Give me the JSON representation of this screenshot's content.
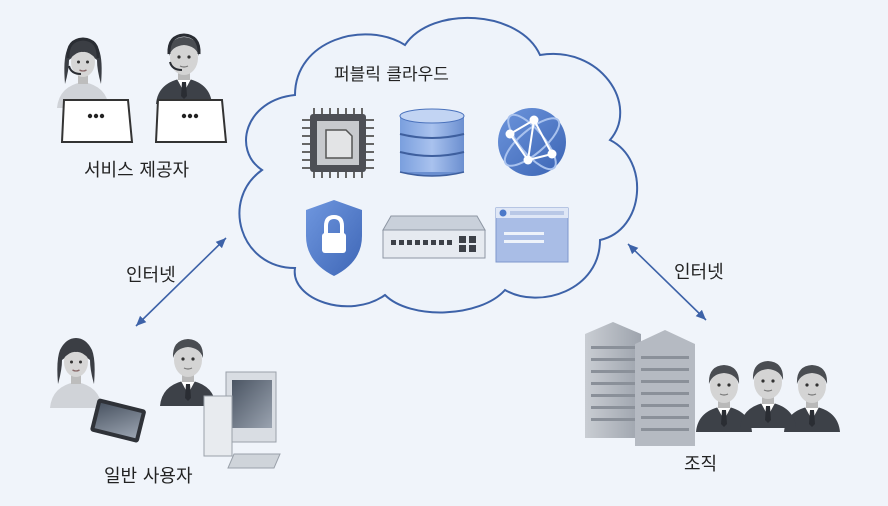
{
  "cloud": {
    "title": "퍼블릭 클라우드",
    "icons": [
      "cpu-chip-icon",
      "database-icon",
      "globe-network-icon",
      "security-shield-lock-icon",
      "network-switch-icon",
      "browser-window-icon"
    ]
  },
  "service_providers": {
    "label": "서비스 제공자"
  },
  "general_users": {
    "label": "일반 사용자"
  },
  "organization": {
    "label": "조직"
  },
  "connections": [
    {
      "label": "인터넷",
      "from": "general_users",
      "to": "cloud"
    },
    {
      "label": "인터넷",
      "from": "organization",
      "to": "cloud"
    }
  ],
  "colors": {
    "background": "#f0f4fa",
    "cloud_fill": "#eef3fa",
    "cloud_stroke": "#3d62a8",
    "icon_blue": "#4a78c9",
    "arrow": "#3d62a8"
  }
}
